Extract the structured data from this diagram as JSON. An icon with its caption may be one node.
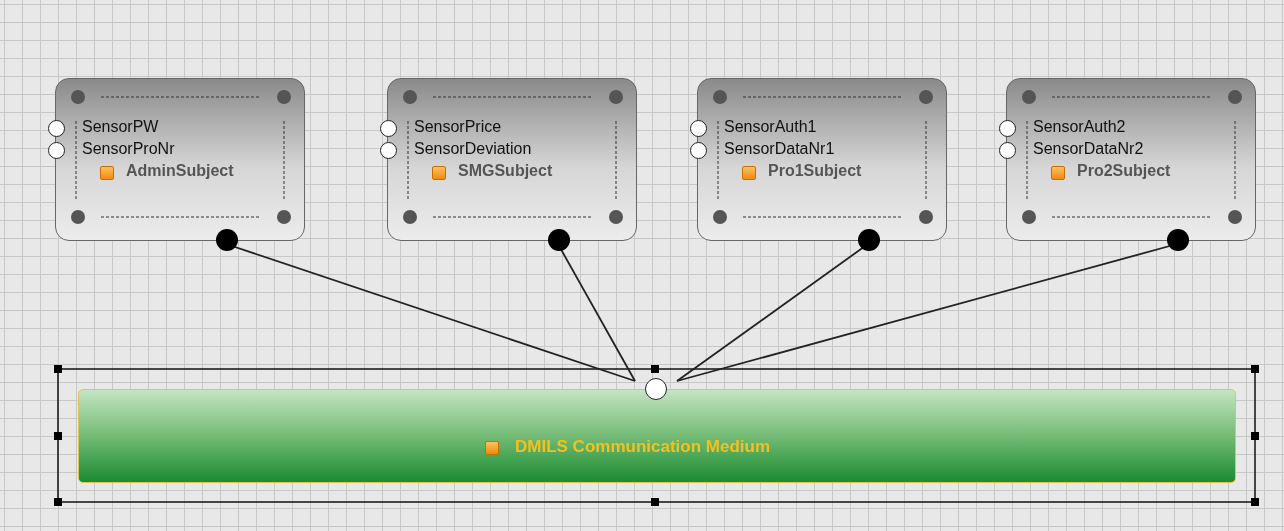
{
  "diagram": {
    "nodes": [
      {
        "text": [
          "SensorPW",
          "SensorProNr",
          "AdminSubject"
        ]
      },
      {
        "text": [
          "SensorPrice",
          "SensorDeviation",
          "SMGSubject"
        ]
      },
      {
        "text": [
          "SensorAuth1",
          "SensorDataNr1",
          "Pro1Subject"
        ]
      },
      {
        "text": [
          "SensorAuth2",
          "SensorDataNr2",
          "Pro2Subject"
        ]
      },
      {
        "text": [
          "DMILS Communication Medium"
        ]
      }
    ],
    "edges": [
      {
        "from": 0,
        "to": 4,
        "arrow": "none"
      },
      {
        "from": 1,
        "to": 4,
        "arrow": "none"
      },
      {
        "from": 2,
        "to": 4,
        "arrow": "none"
      },
      {
        "from": 3,
        "to": 4,
        "arrow": "none"
      }
    ]
  }
}
